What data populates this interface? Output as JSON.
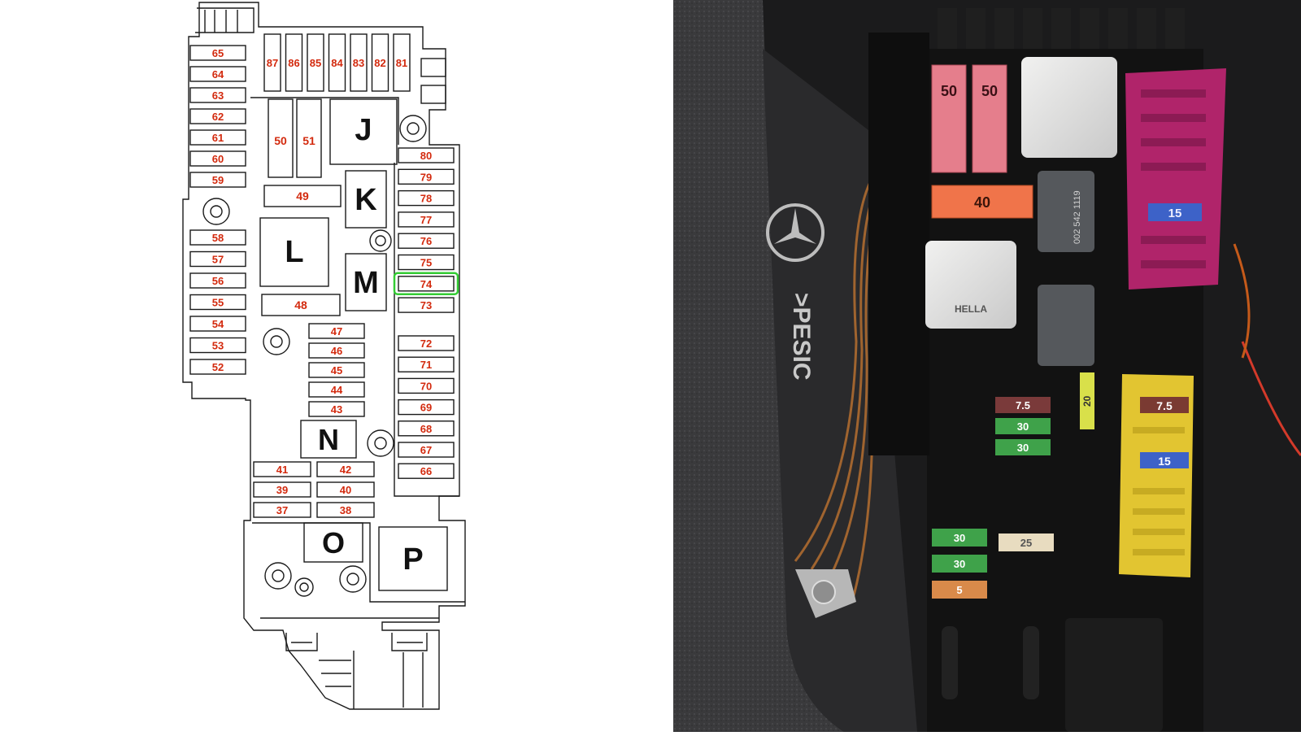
{
  "diagram": {
    "fuse_numbers": {
      "top_row": [
        "87",
        "86",
        "85",
        "84",
        "83",
        "82",
        "81"
      ],
      "left_column_upper": [
        "65",
        "64",
        "63",
        "62",
        "61",
        "60",
        "59"
      ],
      "left_column_lower": [
        "58",
        "57",
        "56",
        "55",
        "54",
        "53",
        "52"
      ],
      "right_column_upper": [
        "80",
        "79",
        "78",
        "77",
        "76",
        "75",
        "74",
        "73"
      ],
      "right_column_lower": [
        "72",
        "71",
        "70",
        "69",
        "68",
        "67",
        "66"
      ],
      "center_small": [
        "47",
        "46",
        "45",
        "44",
        "43"
      ],
      "bottom_pairs_left": [
        "41",
        "39",
        "37"
      ],
      "bottom_pairs_right": [
        "42",
        "40",
        "38"
      ],
      "tall_fuses": [
        "50",
        "51"
      ],
      "wide_fuses": [
        "49",
        "48"
      ]
    },
    "relays": [
      "J",
      "K",
      "L",
      "M",
      "N",
      "O",
      "P"
    ],
    "highlighted_fuse": "74",
    "colors": {
      "fuse_label": "#d32a0e",
      "outline": "#1a1a1a",
      "highlight": "#33cc33"
    }
  },
  "photo": {
    "fuse_labels": {
      "maxi_left": "50",
      "maxi_right": "50",
      "orange_horizontal": "40",
      "purple_block": "15",
      "yellow_block_top": "7.5",
      "yellow_block_mid": "15",
      "small_yellow": "20",
      "row_brown": "7.5",
      "row_green_a": "30",
      "row_green_b": "30",
      "lower_green_a": "30",
      "lower_green_b": "30",
      "lower_tan": "25",
      "lower_orange": "5"
    },
    "relay_part_number": "002 542 1119",
    "relay_brand": "HELLA",
    "carpet_text": ">PESIC"
  }
}
